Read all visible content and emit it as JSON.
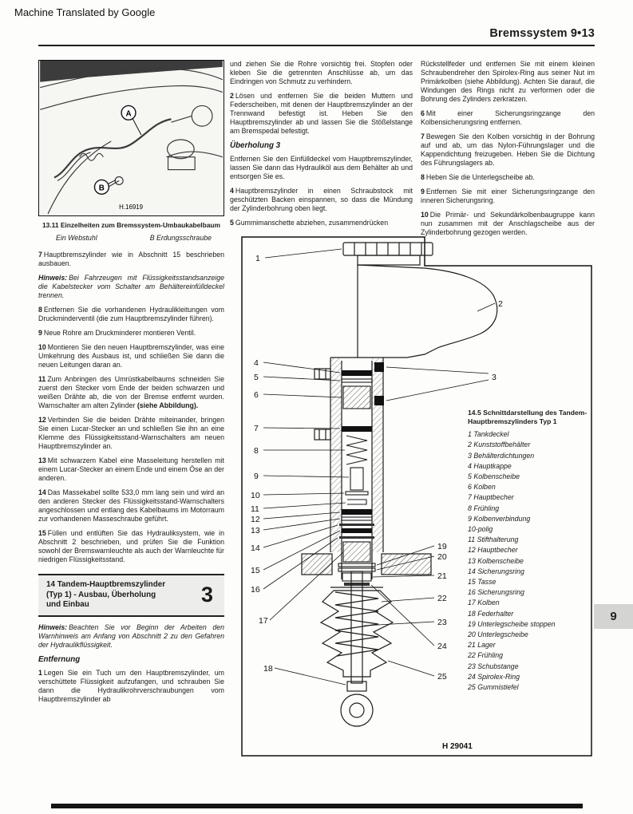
{
  "page": {
    "translated_note": "Machine Translated by Google",
    "header_title": "Bremssystem 9•13",
    "side_tab": "9"
  },
  "figure1": {
    "code": "H.16919",
    "label_a": "A",
    "label_b": "B",
    "caption": "13.11 Einzelheiten zum Bremssystem-Umbaukabelbaum",
    "legend_left": "Ein Webstuhl",
    "legend_right": "B Erdungsschraube"
  },
  "left_col": {
    "paragraphs": [
      {
        "num": "7",
        "text": "Hauptbremszylinder wie in Abschnitt 15 beschrieben ausbauen."
      },
      {
        "num": "Hinweis:",
        "text": "Bei Fahrzeugen mit Flüssigkeitsstandsanzeige die Kabelstecker vom Schalter am Behältereinfülldeckel trennen.",
        "cls": "note"
      },
      {
        "num": "8",
        "text": "Entfernen Sie die vorhandenen Hydraulikleitungen vom Druckminderventil (die zum Hauptbremszylinder führen)."
      },
      {
        "num": "9",
        "text": "Neue Rohre am Druckminderer montieren Ventil."
      },
      {
        "num": "10",
        "text": "Montieren Sie den neuen Hauptbremszylinder, was eine Umkehrung des Ausbaus ist, und schließen Sie dann die neuen Leitungen daran an."
      },
      {
        "num": "11",
        "text": "Zum Anbringen des Umrüstkabelbaums schneiden Sie zuerst den Stecker vom Ende der beiden schwarzen und weißen Drähte ab, die von der Bremse entfernt wurden. Warnschalter am alten Zylinder ",
        "tail": "(siehe Abbildung)."
      },
      {
        "num": "12",
        "text": "Verbinden Sie die beiden Drähte miteinander, bringen Sie einen Lucar-Stecker an und schließen Sie ihn an eine Klemme des Flüssigkeitsstand-Warnschalters am neuen Hauptbremszylinder an."
      },
      {
        "num": "13",
        "text": "Mit schwarzem Kabel eine Masseleitung herstellen mit einem Lucar-Stecker an einem Ende und einem Öse an der anderen."
      },
      {
        "num": "14",
        "text": "Das Massekabel sollte 533,0 mm lang sein und wird an den anderen Stecker des Flüssigkeitsstand-Warnschalters angeschlossen und entlang des Kabelbaums im Motorraum zur vorhandenen Masseschraube geführt."
      },
      {
        "num": "15",
        "text": "Füllen und entlüften Sie das Hydrauliksystem, wie in Abschnitt 2 beschrieben, und prüfen Sie die Funktion sowohl der Bremswarnleuchte als auch der Warnleuchte für niedrigen Flüssigkeitsstand."
      }
    ],
    "section_box": {
      "line1": "14 Tandem-Hauptbremszylinder",
      "line2": "(Typ 1) - Ausbau, Überholung",
      "line3": "und Einbau",
      "number": "3"
    },
    "note": {
      "label": "Hinweis:",
      "text": "Beachten Sie vor Beginn der Arbeiten den Warnhinweis am Anfang von Abschnitt 2 zu den Gefahren der Hydraulikflüssigkeit."
    },
    "removal_heading": "Entfernung",
    "final_paragraph": {
      "num": "1",
      "text": "Legen Sie ein Tuch um den Hauptbremszylinder, um verschüttete Flüssigkeit aufzufangen, und schrauben Sie dann die Hydraulikrohrverschraubungen vom Hauptbremszylinder ab"
    }
  },
  "mid_col": {
    "paragraphs_top": [
      {
        "num": "",
        "text": "und ziehen Sie die Rohre vorsichtig frei. Stopfen oder kleben Sie die getrennten Anschlüsse ab, um das Eindringen von Schmutz zu verhindern."
      },
      {
        "num": "2",
        "text": "Lösen und entfernen Sie die beiden Muttern und Federscheiben, mit denen der Hauptbremszylinder an der Trennwand befestigt ist. Heben Sie den Hauptbremszylinder ab und lassen Sie die Stößelstange am Bremspedal befestigt."
      }
    ],
    "overhaul_heading": "Überholung 3",
    "paragraphs_bottom": [
      {
        "num": "",
        "text": "Entfernen Sie den Einfülldeckel vom Hauptbremszylinder, lassen Sie dann das Hydrauliköl aus dem Behälter ab und entsorgen Sie es."
      },
      {
        "num": "4",
        "text": "Hauptbremszylinder in einen Schraubstock mit geschützten Backen einspannen, so dass die Mündung der Zylinderbohrung oben liegt."
      },
      {
        "num": "5",
        "text": "Gummimanschette abziehen, zusammendrücken"
      }
    ]
  },
  "right_col": {
    "paragraphs": [
      {
        "num": "",
        "text": "Rückstellfeder und entfernen Sie mit einem kleinen Schraubendreher den Spirolex-Ring aus seiner Nut im Primärkolben (siehe Abbildung). Achten Sie darauf, die Windungen des Rings nicht zu verformen oder die Bohrung des Zylinders zerkratzen."
      },
      {
        "num": "6",
        "text": "Mit einer Sicherungsringzange den Kolbensicherungsring entfernen."
      },
      {
        "num": "7",
        "text": "Bewegen Sie den Kolben vorsichtig in der Bohrung auf und ab, um das Nylon-Führungslager und die Kappendichtung freizugeben. Heben Sie die Dichtung des Führungslagers ab."
      },
      {
        "num": "8",
        "text": "Heben Sie die Unterlegscheibe ab."
      },
      {
        "num": "9",
        "text": "Entfernen Sie mit einer Sicherungsringzange den inneren Sicherungsring."
      },
      {
        "num": "10",
        "text": "Die Primär- und Sekundärkolbenbaugruppe kann nun zusammen mit der Anschlagscheibe aus der Zylinderbohrung gezogen werden."
      }
    ]
  },
  "diagram": {
    "code": "H 29041",
    "callouts": [
      "1",
      "2",
      "3",
      "4",
      "5",
      "6",
      "7",
      "8",
      "9",
      "10",
      "11",
      "12",
      "13",
      "14",
      "15",
      "16",
      "17",
      "18",
      "19",
      "20",
      "21",
      "22",
      "23",
      "24",
      "25"
    ],
    "legend_caption": "14.5 Schnittdarstellung des Tandem-Hauptbremszylinders Typ 1",
    "legend_items": [
      "1 Tankdeckel",
      "2 Kunststoffbehälter",
      "3 Behälterdichtungen",
      "4 Hauptkappe",
      "5 Kolbenscheibe",
      "6 Kolben",
      "7 Hauptbecher",
      "8 Frühling",
      "9 Kolbenverbindung",
      "10-polig",
      "11 Stifthalterung",
      "12 Hauptbecher",
      "13 Kolbenscheibe",
      "14 Sicherungsring",
      "15 Tasse",
      "16 Sicherungsring",
      "17 Kolben",
      "18 Federhalter",
      "19 Unterlegscheibe stoppen",
      "20 Unterlegscheibe",
      "21 Lager",
      "22 Frühling",
      "23 Schubstange",
      "24 Spirolex-Ring",
      "25 Gummistiefel"
    ]
  }
}
